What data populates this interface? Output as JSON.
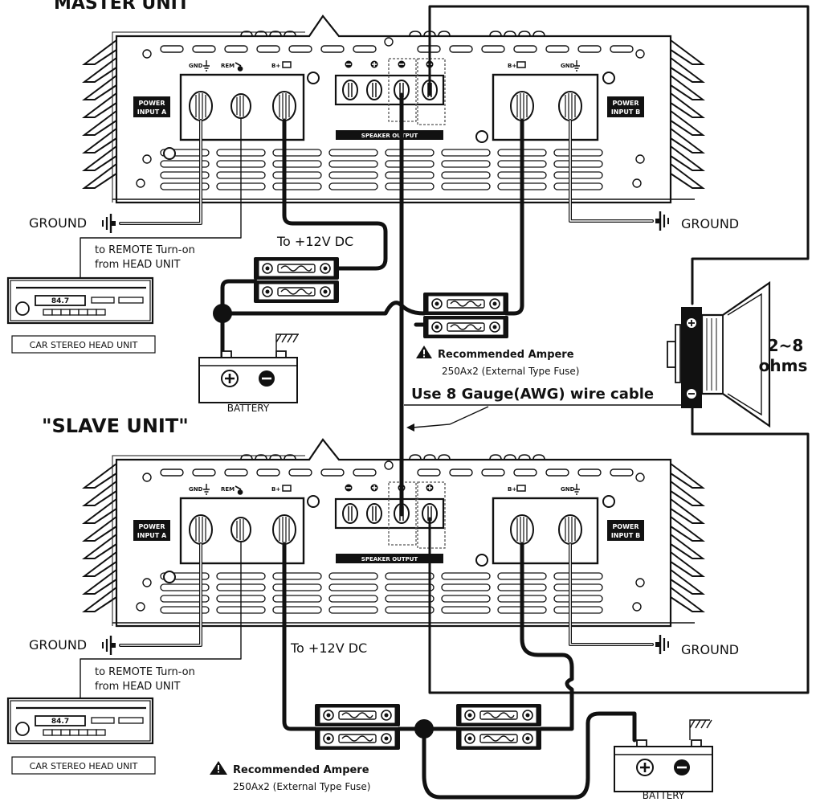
{
  "master_title": "MASTER UNIT",
  "slave_title": "\"SLAVE UNIT\"",
  "amp": {
    "power_input_a": [
      "POWER",
      "INPUT A"
    ],
    "power_input_b": [
      "POWER",
      "INPUT B"
    ],
    "gnd": "GND",
    "rem": "REM",
    "bplus": "B+",
    "speaker_output": "SPEAKER OUTPUT"
  },
  "ground_label": "GROUND",
  "remote_label": [
    "to REMOTE Turn-on",
    "from HEAD UNIT"
  ],
  "dc_label": "To +12V DC",
  "head_unit": {
    "freq": "84.7",
    "caption": "CAR STEREO HEAD UNIT"
  },
  "battery_label": "BATTERY",
  "fuse_note": {
    "title": "Recommended Ampere",
    "detail": "250Ax2 (External Type Fuse)"
  },
  "wire_note": "Use 8 Gauge(AWG) wire cable",
  "impedance": [
    "2~8",
    "ohms"
  ]
}
